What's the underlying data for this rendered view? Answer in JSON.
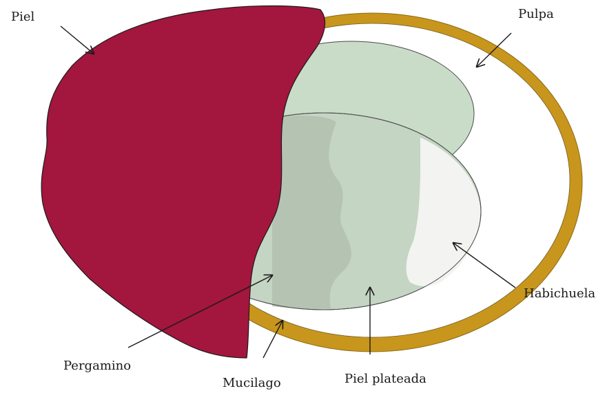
{
  "labels": {
    "piel": "Piel",
    "pulpa": "Pulpa",
    "habichuela": "Habichuela",
    "pergamino": "Pergamino",
    "mucilago": "Mucilago",
    "piel_plateada": "Piel plateada"
  },
  "colors": {
    "piel": "#a3163e",
    "pulpa": "#c8961c",
    "mucilago": "#ffffff",
    "pergamino": "#c9dcc8",
    "piel_plateada": "#c4d5c3",
    "piel_plateada_shade": "#b3bfb0",
    "habichuela": "#f3f3f1",
    "outline": "#1a1a1a"
  }
}
